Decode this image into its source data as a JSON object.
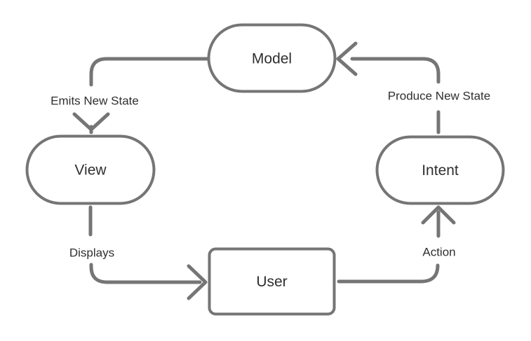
{
  "diagram": {
    "type": "cycle-flowchart",
    "colors": {
      "background": "#ffffff",
      "stroke": "#757575",
      "text": "#2f2f2f",
      "node_fill": "#ffffff"
    },
    "nodes": {
      "model": {
        "label": "Model",
        "shape": "stadium"
      },
      "view": {
        "label": "View",
        "shape": "stadium"
      },
      "intent": {
        "label": "Intent",
        "shape": "stadium"
      },
      "user": {
        "label": "User",
        "shape": "rounded-rectangle"
      }
    },
    "edges": {
      "model_to_view": {
        "from": "Model",
        "to": "View",
        "label": "Emits New State"
      },
      "view_to_user": {
        "from": "View",
        "to": "User",
        "label": "Displays"
      },
      "user_to_intent": {
        "from": "User",
        "to": "Intent",
        "label": "Action"
      },
      "intent_to_model": {
        "from": "Intent",
        "to": "Model",
        "label": "Produce New State"
      }
    }
  }
}
